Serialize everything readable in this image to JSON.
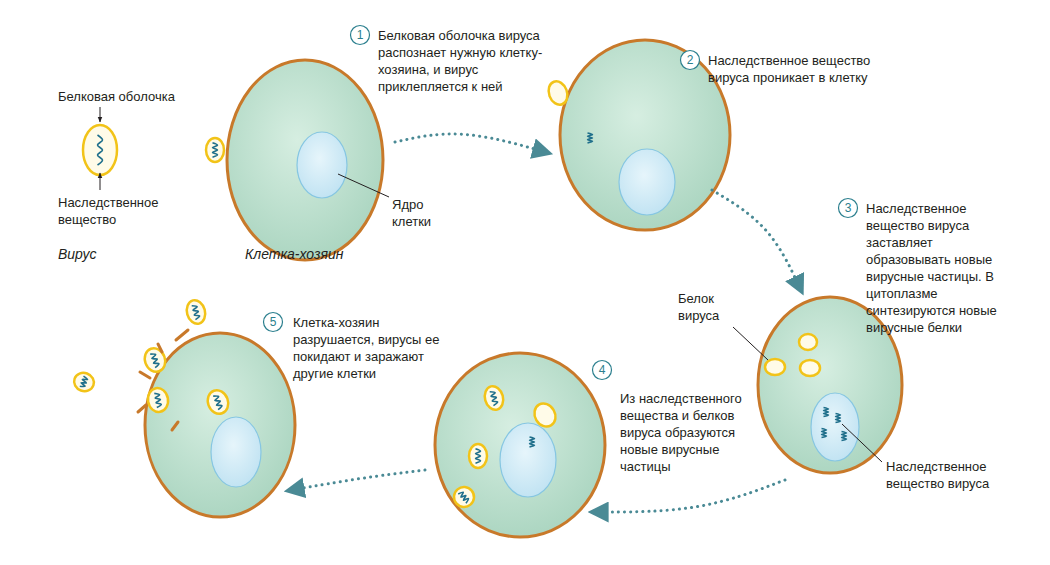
{
  "diagram": {
    "labels": [
      "Белковая оболочка",
      "Наследственное вещество",
      "Вирус",
      "Клетка-хозяин",
      "Ядро клетки",
      "1",
      "Белковая оболочка вируса распознает нужную клетку-хозяина, и вирус приклепляется к ней",
      "2",
      "Наследственное вещество вируса проникает в клетку",
      "3",
      "Наследственное вещество вируса заставляет образовывать новые вирусные частицы. В цитоплазме синтезируются новые вирусные белки",
      "Белок вируса",
      "Наследственное вещество вируса",
      "4",
      "Из наследственного вещества и белков вируса образуются новые вирусные частицы",
      "5",
      "Клетка-хозяин разрушается, вирусы ее покидают и заражают другие клетки"
    ]
  }
}
